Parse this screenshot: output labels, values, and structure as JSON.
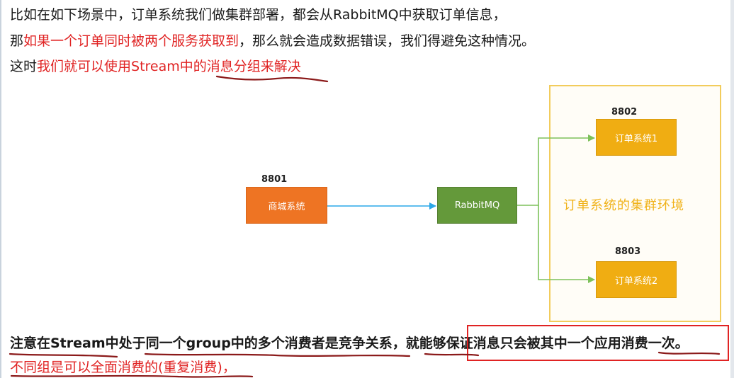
{
  "text": {
    "line1": "比如在如下场景中，订单系统我们做集群部署，都会从RabbitMQ中获取订单信息，",
    "line2_a": "那",
    "line2_b": "如果一个订单同时被两个服务获取到",
    "line2_c": "，那么就会造成数据错误，我们得避免这种情况。",
    "line3_a": "这时",
    "line3_b": "我们就可以使用Stream中的消息分组来解决",
    "line4": "注意在Stream中处于同一个group中的多个消费者是竞争关系，就能够保证消息只会被其中一个应用消费一次。",
    "line5": "不同组是可以全面消费的(重复消费)，"
  },
  "diagram": {
    "mall": {
      "port": "8801",
      "label": "商城系统"
    },
    "mq": {
      "label": "RabbitMQ"
    },
    "order1": {
      "port": "8802",
      "label": "订单系统1"
    },
    "order2": {
      "port": "8803",
      "label": "订单系统2"
    },
    "cluster_label": "订单系统的集群环境"
  },
  "colors": {
    "mall": "#ee7423",
    "mq": "#64993a",
    "order": "#f0ad12",
    "arrow_blue": "#2aa7e8",
    "arrow_green": "#7dc15a",
    "annotation_red": "#e02323"
  }
}
